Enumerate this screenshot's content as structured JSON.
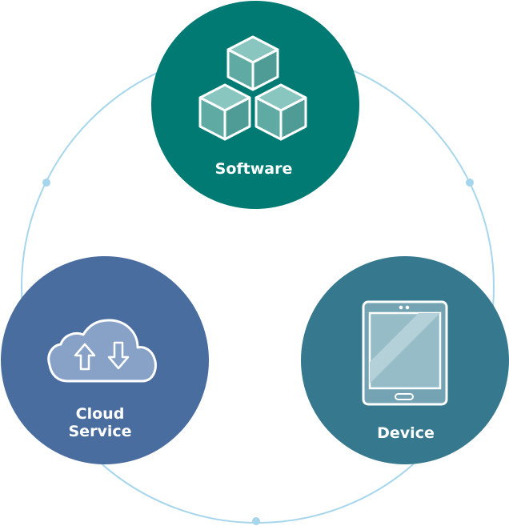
{
  "nodes": {
    "software": {
      "label": "Software",
      "icon": "cubes-icon",
      "color": "#007a73"
    },
    "cloud": {
      "label_line1": "Cloud",
      "label_line2": "Service",
      "icon": "cloud-upload-download-icon",
      "color": "#4a6d9f"
    },
    "device": {
      "label": "Device",
      "icon": "tablet-icon",
      "color": "#36788d"
    }
  },
  "ring": {
    "color": "#a6d6ec",
    "dot_color": "#a6d6ec"
  }
}
